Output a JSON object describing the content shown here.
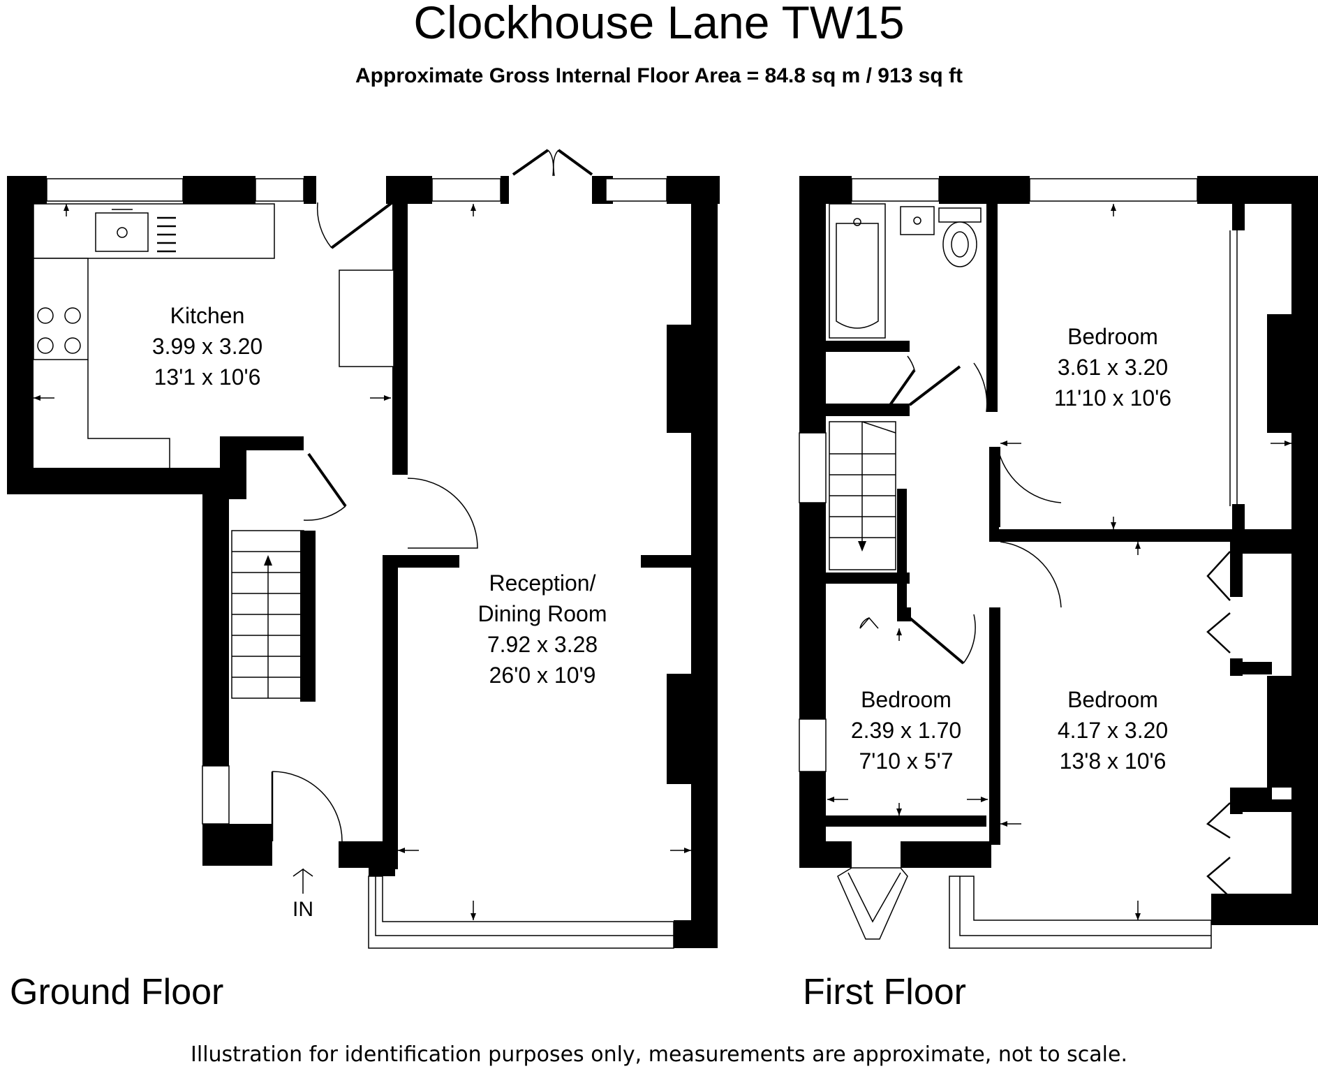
{
  "header": {
    "title": "Clockhouse Lane TW15",
    "area_line": "Approximate Gross Internal Floor Area = 84.8 sq m / 913 sq ft"
  },
  "ground_floor": {
    "label": "Ground Floor",
    "entrance_label": "IN",
    "rooms": {
      "kitchen": {
        "name": "Kitchen",
        "metric": "3.99 x 3.20",
        "imperial": "13'1 x 10'6"
      },
      "reception": {
        "name_line1": "Reception/",
        "name_line2": "Dining Room",
        "metric": "7.92 x 3.28",
        "imperial": "26'0 x 10'9"
      }
    }
  },
  "first_floor": {
    "label": "First Floor",
    "rooms": {
      "bedroom_rear": {
        "name": "Bedroom",
        "metric": "3.61 x 3.20",
        "imperial": "11'10 x 10'6"
      },
      "bedroom_small": {
        "name": "Bedroom",
        "metric": "2.39 x 1.70",
        "imperial": "7'10 x 5'7"
      },
      "bedroom_front": {
        "name": "Bedroom",
        "metric": "4.17 x 3.20",
        "imperial": "13'8 x 10'6"
      }
    }
  },
  "footer": {
    "disclaimer": "Illustration for identification purposes only, measurements are approximate, not to scale."
  },
  "colors": {
    "wall": "#000000",
    "background": "#ffffff"
  }
}
